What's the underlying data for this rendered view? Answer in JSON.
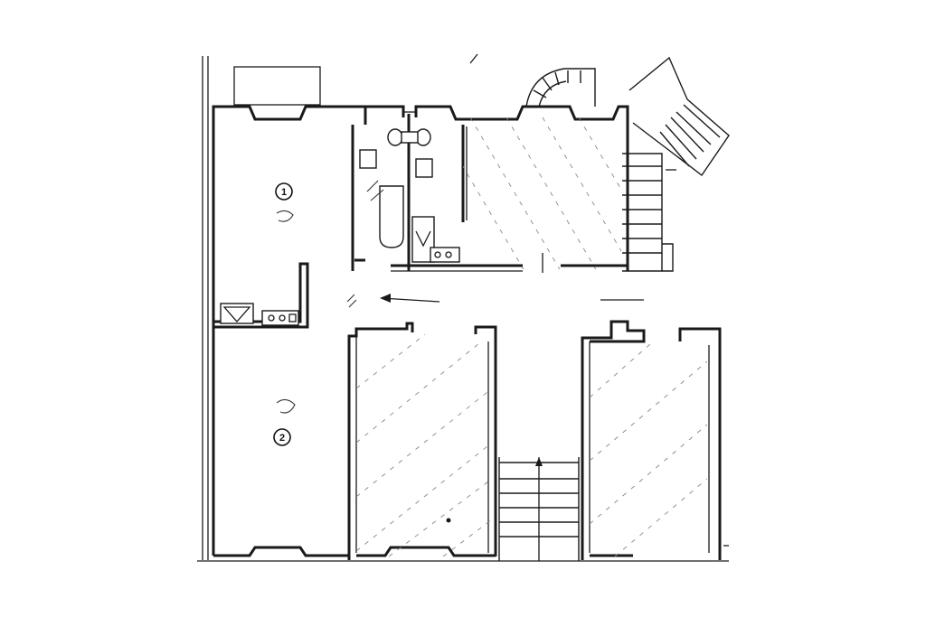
{
  "rooms": [
    {
      "id": "room-1",
      "number": "1"
    },
    {
      "id": "room-2",
      "number": "2"
    }
  ],
  "colors": {
    "line": "#1a1a1a",
    "hatch": "#888888",
    "background": "#ffffff"
  }
}
